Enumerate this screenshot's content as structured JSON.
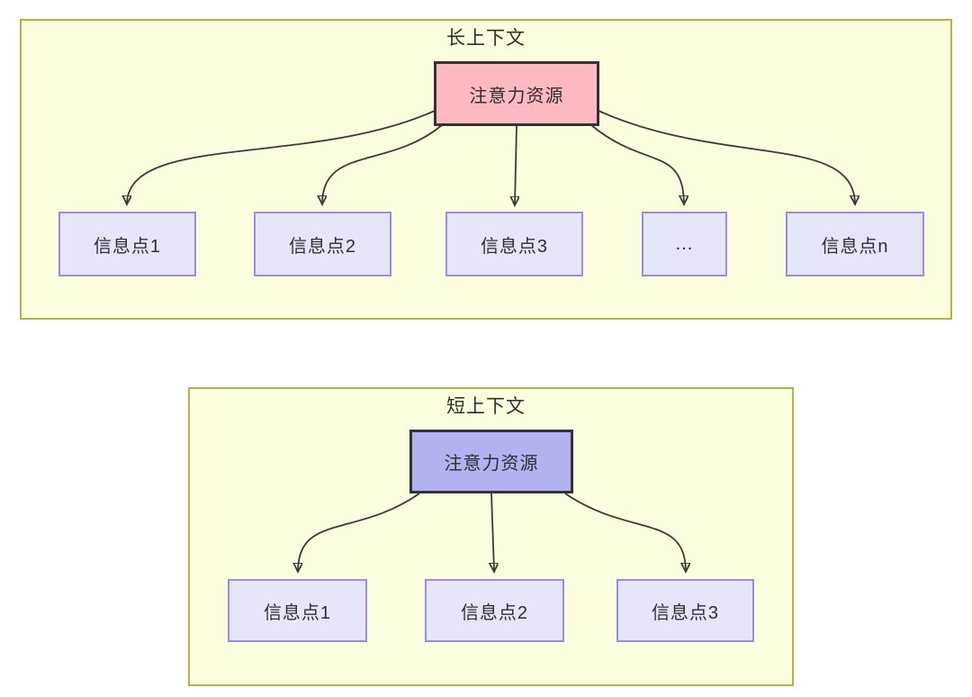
{
  "diagram": {
    "long_context": {
      "title": "长上下文",
      "attention": {
        "label": "注意力资源",
        "fill": "#ffb9c0"
      },
      "info_boxes": [
        {
          "label": "信息点1"
        },
        {
          "label": "信息点2"
        },
        {
          "label": "信息点3"
        },
        {
          "label": "..."
        },
        {
          "label": "信息点n"
        }
      ]
    },
    "short_context": {
      "title": "短上下文",
      "attention": {
        "label": "注意力资源",
        "fill": "#b2b2f0"
      },
      "info_boxes": [
        {
          "label": "信息点1"
        },
        {
          "label": "信息点2"
        },
        {
          "label": "信息点3"
        }
      ]
    },
    "colors": {
      "container_fill": "#fcfcdf",
      "container_border": "#b4b446",
      "info_box_fill": "#e6e6fa",
      "info_box_border": "#9e8cdf",
      "attention_border": "#333333",
      "arrow": "#3a3a3a",
      "text": "#2e2e2e",
      "page_background": "#ffffff"
    }
  }
}
